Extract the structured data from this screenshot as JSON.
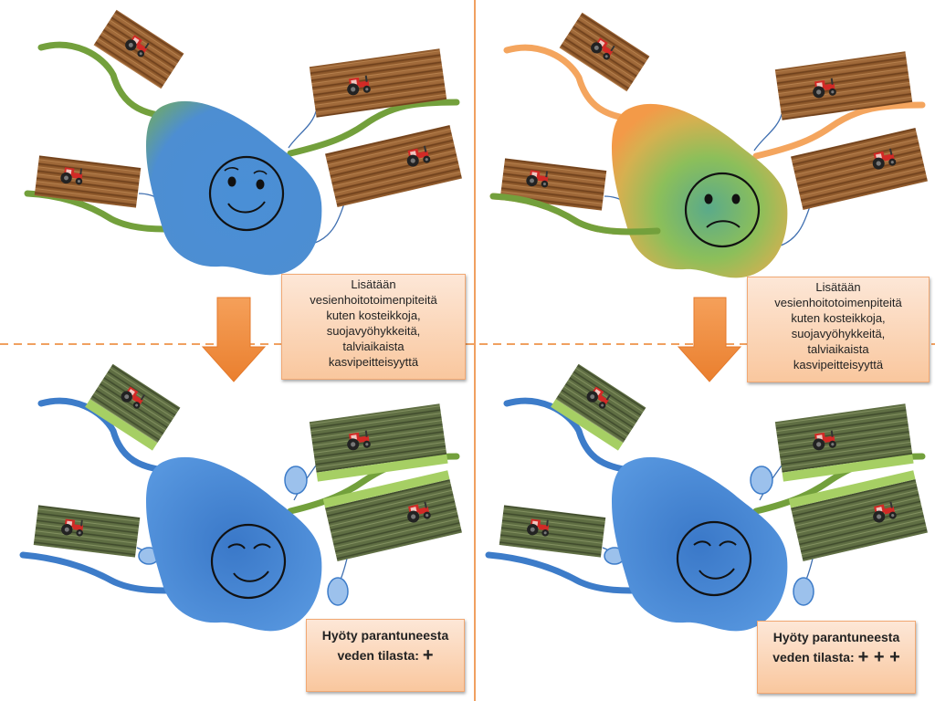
{
  "panels": {
    "top_left": {
      "mood": "happy",
      "lake_colors": [
        "#4a8fd6",
        "#6aa57a"
      ],
      "stream_color": "#73a03c"
    },
    "top_right": {
      "mood": "sad",
      "lake_colors": [
        "#72b46a",
        "#f39a48"
      ],
      "stream_color": "#f4a55e"
    },
    "bottom_left": {
      "mood": "content",
      "lake_colors": [
        "#3f7fd0",
        "#5f9be0"
      ],
      "stream_color": "#3d7cc9"
    },
    "bottom_right": {
      "mood": "content",
      "lake_colors": [
        "#3f7fd0",
        "#5f9be0"
      ],
      "stream_color": "#3d7cc9"
    }
  },
  "measures_box": {
    "lines": [
      "Lisätään",
      "vesienhoitotoimenpiteitä",
      "kuten  kosteikkoja,",
      "suojavyöhykkeitä,",
      "talviaikaista",
      "kasvipeitteisyyttä"
    ]
  },
  "benefit_left": {
    "line1": "Hyöty parantuneesta",
    "line2": "veden tilasta:",
    "pluses": "+"
  },
  "benefit_right": {
    "line1": "Hyöty parantuneesta",
    "line2": "veden tilasta:",
    "pluses": "+ + +"
  },
  "colors": {
    "divider": "#f0a060",
    "arrow": "#f08a3a",
    "wetland": "#9cc1ec",
    "buffer_strip": "#a6cf64"
  },
  "icons": [
    "tractor-icon",
    "smiley-face-icon",
    "sad-face-icon",
    "down-arrow-icon",
    "wetland-icon"
  ]
}
